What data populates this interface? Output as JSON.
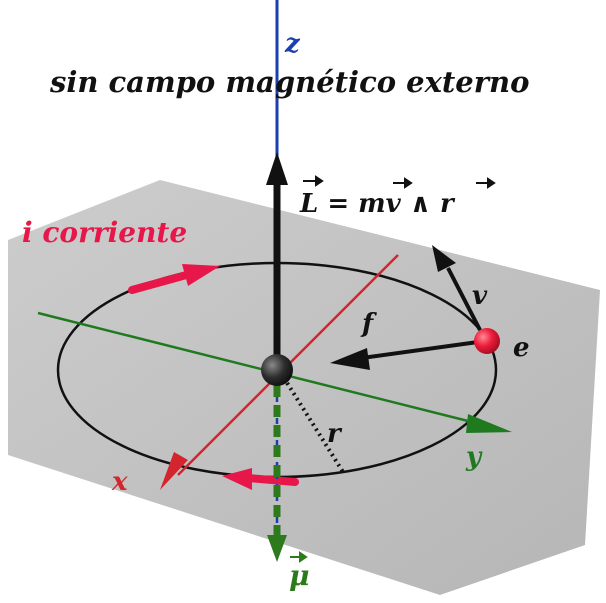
{
  "title": "sin campo magnético externo",
  "axes": {
    "x": {
      "label": "x",
      "color": "#d4242e"
    },
    "y": {
      "label": "y",
      "color": "#1f7a1f"
    },
    "z": {
      "label": "z",
      "color": "#1a3fb0"
    }
  },
  "labels": {
    "current": "i corriente",
    "angular_momentum": "L = mv ∧ r",
    "magnetic_moment": "μ",
    "velocity": "v",
    "force": "f",
    "electron": "e",
    "radius": "r"
  },
  "colors": {
    "current": "#e8174a",
    "plane": "#b5b5b5",
    "orbit": "#111111",
    "electron": "#e8173c",
    "nucleus": "#2b2b2b",
    "moment": "#2d7a1c"
  }
}
